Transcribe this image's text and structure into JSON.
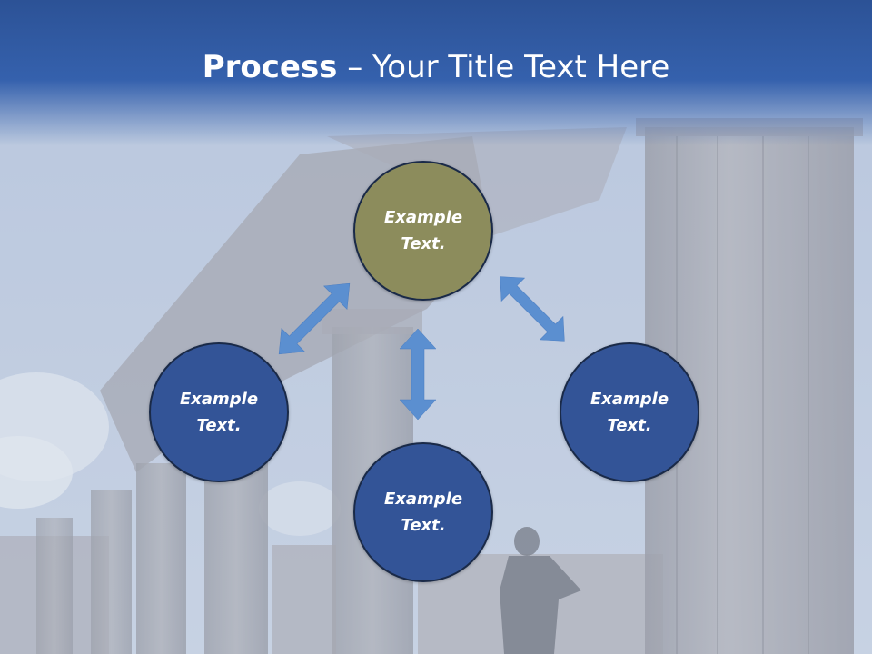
{
  "header": {
    "title_bold": "Process",
    "title_rest": " – Your Title Text Here"
  },
  "nodes": [
    {
      "label": "Example\nText.",
      "color": "#8c8c5c"
    },
    {
      "label": "Example\nText.",
      "color": "#335497"
    },
    {
      "label": "Example\nText.",
      "color": "#335497"
    },
    {
      "label": "Example\nText.",
      "color": "#335497"
    }
  ],
  "colors": {
    "header": "#3561ad",
    "arrow": "#5b8fd0",
    "circle_border": "#1a2a48"
  },
  "icons": {
    "connector": "double-headed-arrow-icon"
  }
}
